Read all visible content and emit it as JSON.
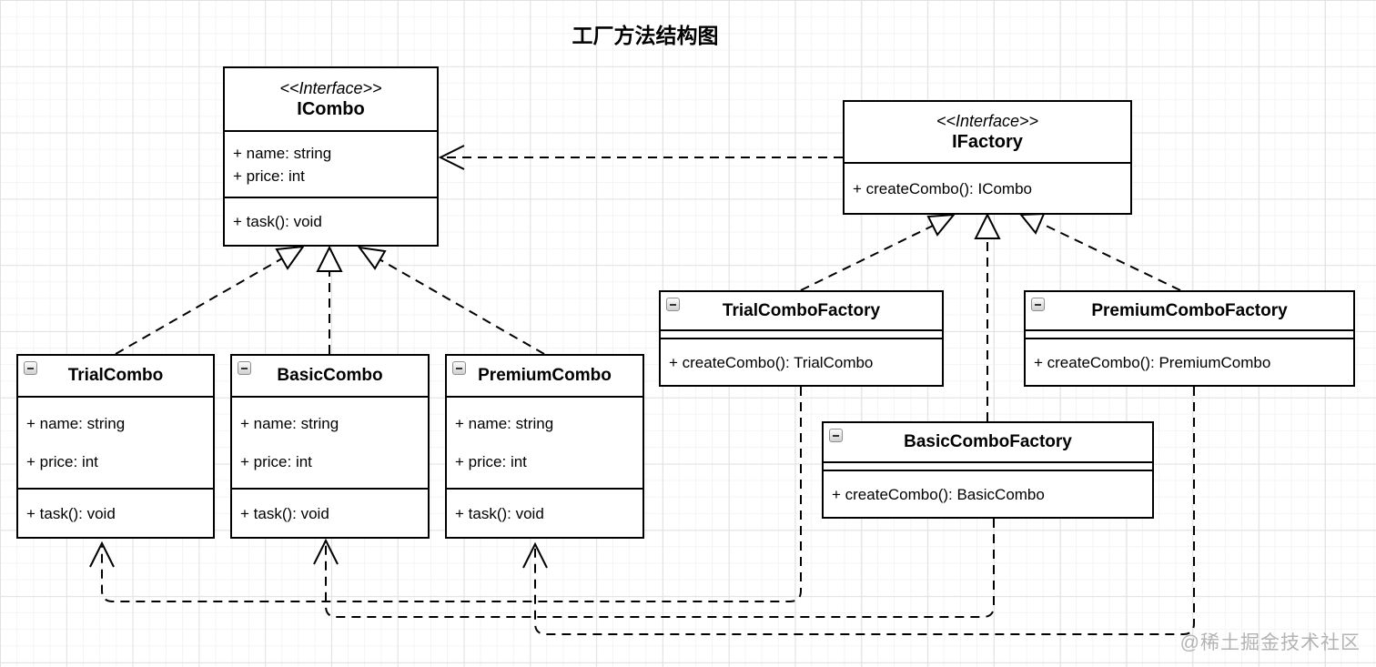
{
  "title": "工厂方法结构图",
  "watermark": "@稀土掘金技术社区",
  "colors": {
    "stroke": "#000000",
    "box_fill": "#ffffff",
    "grid_minor": "#f4f4f4",
    "grid_major": "#e2e2e2",
    "watermark": "#b3b3b3"
  },
  "boxes": {
    "icombo": {
      "stereotype": "<<Interface>>",
      "name": "ICombo",
      "attributes": [
        "+ name: string",
        "+ price: int"
      ],
      "operations": [
        "+ task(): void"
      ]
    },
    "ifactory": {
      "stereotype": "<<Interface>>",
      "name": "IFactory",
      "operations": [
        "+ createCombo(): ICombo"
      ]
    },
    "trialcombo": {
      "name": "TrialCombo",
      "attributes": [
        "+ name: string",
        "+ price: int"
      ],
      "operations": [
        "+ task(): void"
      ]
    },
    "basiccombo": {
      "name": "BasicCombo",
      "attributes": [
        "+ name: string",
        "+ price: int"
      ],
      "operations": [
        "+ task(): void"
      ]
    },
    "premiumcombo": {
      "name": "PremiumCombo",
      "attributes": [
        "+ name: string",
        "+ price: int"
      ],
      "operations": [
        "+ task(): void"
      ]
    },
    "trialcombofactory": {
      "name": "TrialComboFactory",
      "operations": [
        "+ createCombo(): TrialCombo"
      ]
    },
    "premiumcombofactory": {
      "name": "PremiumComboFactory",
      "operations": [
        "+ createCombo(): PremiumCombo"
      ]
    },
    "basiccombofactory": {
      "name": "BasicComboFactory",
      "operations": [
        "+ createCombo(): BasicCombo"
      ]
    }
  },
  "relationships": [
    {
      "type": "realization",
      "from": "TrialCombo",
      "to": "ICombo"
    },
    {
      "type": "realization",
      "from": "BasicCombo",
      "to": "ICombo"
    },
    {
      "type": "realization",
      "from": "PremiumCombo",
      "to": "ICombo"
    },
    {
      "type": "realization",
      "from": "TrialComboFactory",
      "to": "IFactory"
    },
    {
      "type": "realization",
      "from": "BasicComboFactory",
      "to": "IFactory"
    },
    {
      "type": "realization",
      "from": "PremiumComboFactory",
      "to": "IFactory"
    },
    {
      "type": "dependency",
      "from": "IFactory",
      "to": "ICombo"
    },
    {
      "type": "dependency",
      "from": "TrialComboFactory",
      "to": "TrialCombo"
    },
    {
      "type": "dependency",
      "from": "BasicComboFactory",
      "to": "BasicCombo"
    },
    {
      "type": "dependency",
      "from": "PremiumComboFactory",
      "to": "PremiumCombo"
    }
  ]
}
